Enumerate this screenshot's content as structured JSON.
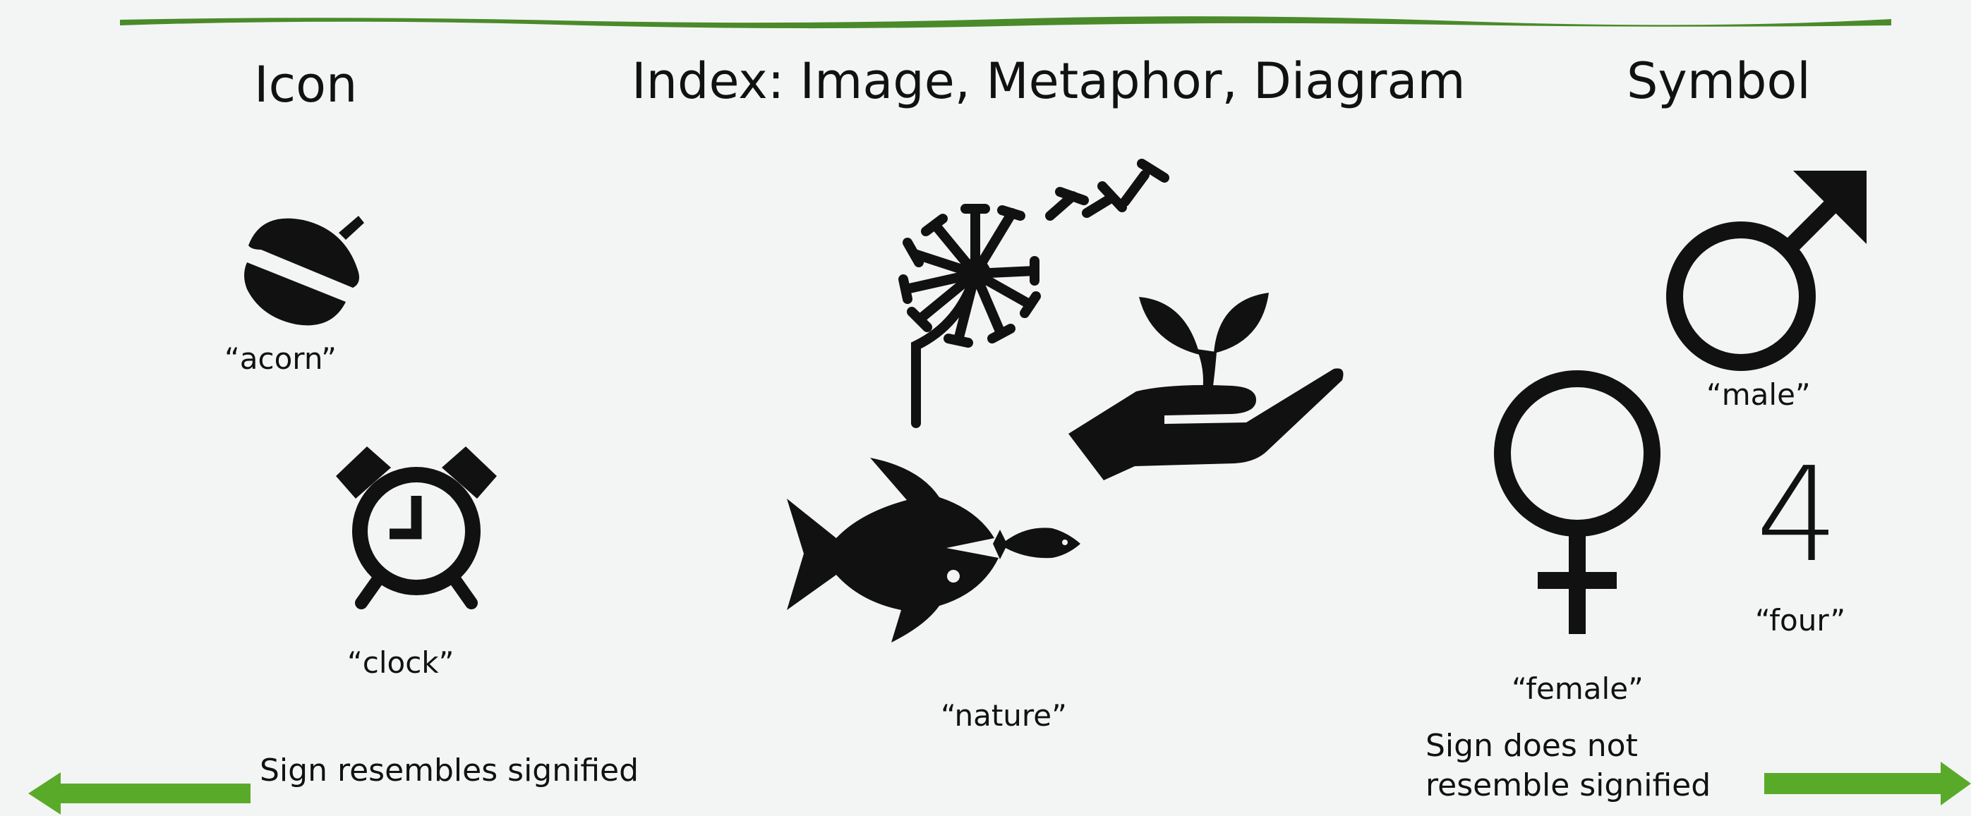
{
  "headings": {
    "icon": "Icon",
    "index": "Index: Image, Metaphor, Diagram",
    "symbol": "Symbol"
  },
  "labels": {
    "acorn": "“acorn”",
    "clock": "“clock”",
    "nature": "“nature”",
    "male": "“male”",
    "four": "“four”",
    "female": "“female”"
  },
  "symbol_digit": "4",
  "descriptions": {
    "resembles": "Sign resembles signified",
    "not_resembles_line1": "Sign does not",
    "not_resembles_line2": "resemble signified"
  },
  "icons": [
    "acorn-icon",
    "alarm-clock-icon",
    "dandelion-icon",
    "hand-with-seedling-icon",
    "fish-eating-fish-icon",
    "male-symbol-icon",
    "female-symbol-icon"
  ],
  "colors": {
    "background": "#f3f5f4",
    "accent_green": "#5aaa2a",
    "top_rule": "#4a8a2a",
    "ink": "#111111"
  }
}
